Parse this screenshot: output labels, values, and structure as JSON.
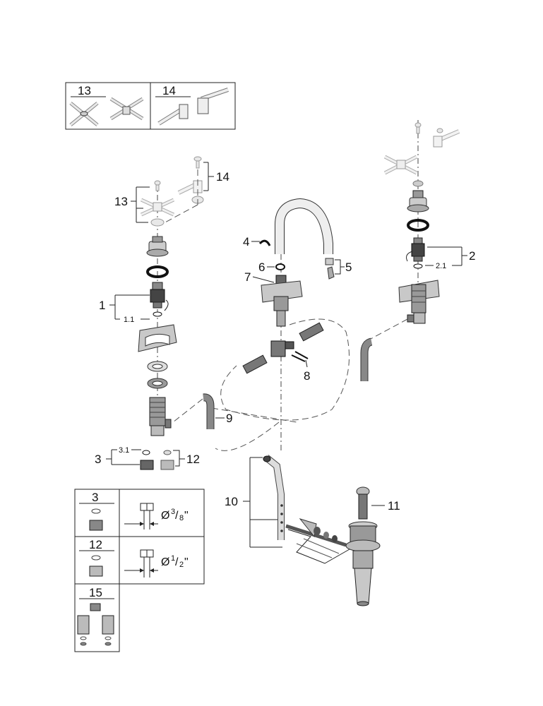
{
  "callouts": {
    "c1": "1",
    "c1_1": "1.1",
    "c2": "2",
    "c2_1": "2.1",
    "c3": "3",
    "c3_1": "3.1",
    "c4": "4",
    "c5": "5",
    "c6": "6",
    "c7": "7",
    "c8": "8",
    "c9": "9",
    "c10": "10",
    "c11": "11",
    "c12": "12",
    "c13": "13",
    "c14": "14"
  },
  "handle_options_table": {
    "col_a": "13",
    "col_b": "14"
  },
  "connection_table": {
    "rows": [
      {
        "label": "3",
        "dim_prefix": "Ø",
        "dim_num": "3",
        "dim_den": "8",
        "dim_unit": "\""
      },
      {
        "label": "12",
        "dim_prefix": "Ø",
        "dim_num": "1",
        "dim_den": "2",
        "dim_unit": "\""
      },
      {
        "label": "15"
      }
    ]
  }
}
